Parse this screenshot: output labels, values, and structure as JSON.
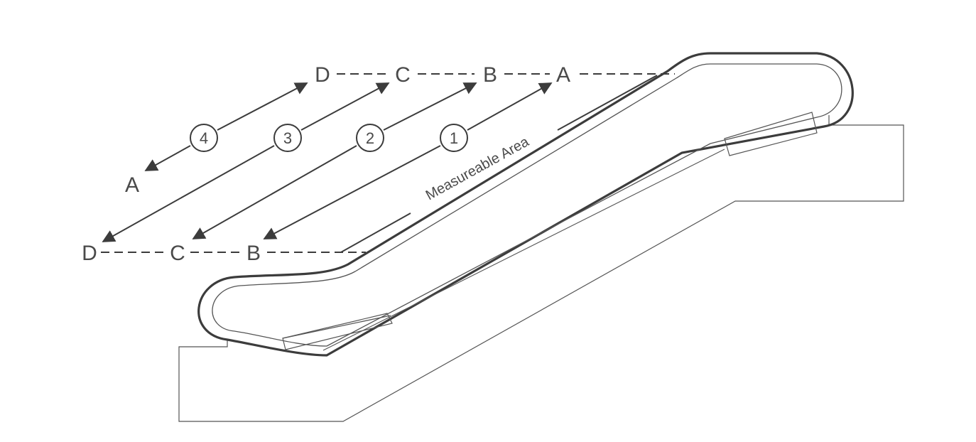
{
  "labels": {
    "top_d": "D",
    "top_c": "C",
    "top_b": "B",
    "top_a": "A",
    "bottom_d": "D",
    "bottom_c": "C",
    "bottom_b": "B",
    "left_a": "A",
    "measureable_area": "Measureable Area"
  },
  "markers": [
    "4",
    "3",
    "2",
    "1"
  ],
  "colors": {
    "line": "#3c3c3c",
    "text": "#4a4a4a",
    "background": "#ffffff"
  }
}
